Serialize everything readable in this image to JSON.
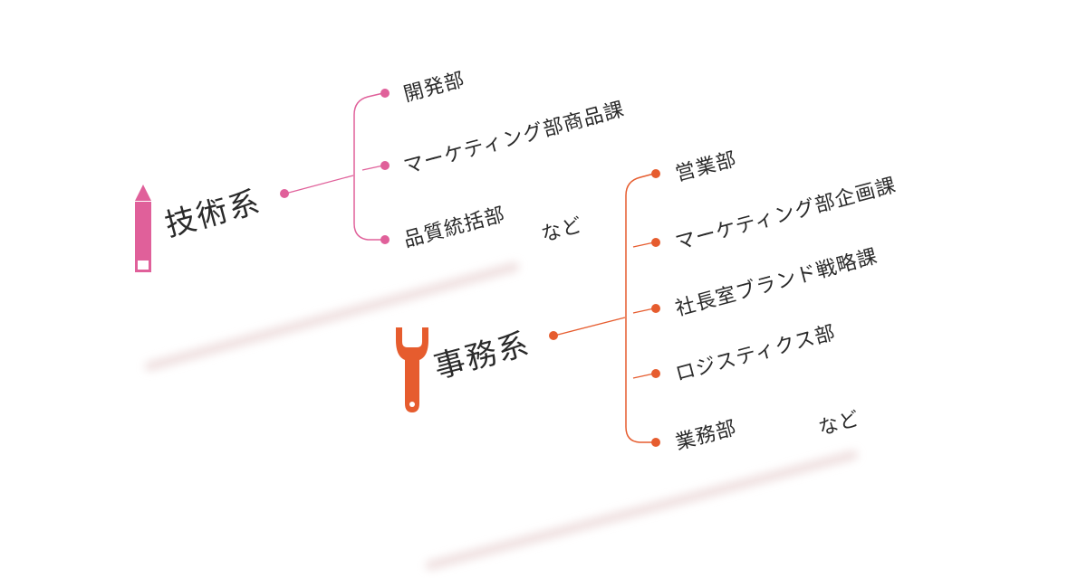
{
  "colors": {
    "tech": "#e0609a",
    "office": "#e65c2e",
    "text": "#2a2a2a",
    "shadow": "#ecdada"
  },
  "groups": [
    {
      "key": "tech",
      "icon": "pencil-icon",
      "title": "技術系",
      "items": [
        "開発部",
        "マーケティング部商品課",
        "品質統括部"
      ],
      "etc": "など"
    },
    {
      "key": "office",
      "icon": "wrench-icon",
      "title": "事務系",
      "items": [
        "営業部",
        "マーケティング部企画課",
        "社長室ブランド戦略課",
        "ロジスティクス部",
        "業務部"
      ],
      "etc": "など"
    }
  ]
}
